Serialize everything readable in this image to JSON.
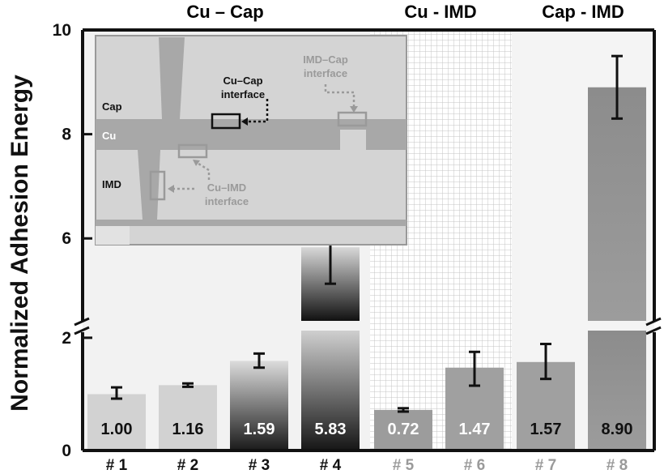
{
  "chart_data": {
    "type": "bar",
    "ylabel": "Normalized Adhesion Energy",
    "y_axis_break": {
      "lower_range": [
        0,
        2.3
      ],
      "upper_range": [
        4.2,
        10
      ]
    },
    "y_ticks": [
      0,
      2,
      6,
      8,
      10
    ],
    "categories": [
      "# 1",
      "# 2",
      "# 3",
      "# 4",
      "# 5",
      "# 6",
      "# 7",
      "# 8"
    ],
    "values": [
      1.0,
      1.16,
      1.59,
      5.83,
      0.72,
      1.47,
      1.57,
      8.9
    ],
    "value_labels": [
      "1.00",
      "1.16",
      "1.59",
      "5.83",
      "0.72",
      "1.47",
      "1.57",
      "8.90"
    ],
    "error_low": [
      0.92,
      1.13,
      1.47,
      5.13,
      0.69,
      1.15,
      1.27,
      8.3
    ],
    "error_high": [
      1.12,
      1.19,
      1.72,
      6.52,
      0.75,
      1.75,
      1.89,
      9.5
    ],
    "groups": [
      {
        "label": "Cu – Cap",
        "categories": [
          "# 1",
          "# 2",
          "# 3",
          "# 4"
        ],
        "color": "#111111"
      },
      {
        "label": "Cu - IMD",
        "categories": [
          "# 5",
          "# 6"
        ],
        "color": "#9a9a9a"
      },
      {
        "label": "Cap - IMD",
        "categories": [
          "# 7",
          "# 8"
        ],
        "color": "#9a9a9a"
      }
    ],
    "inset": {
      "layer_labels": [
        "Cap",
        "Cu",
        "IMD"
      ],
      "callouts": [
        "Cu–Cap interface",
        "IMD–Cap interface",
        "Cu–IMD interface"
      ]
    }
  }
}
